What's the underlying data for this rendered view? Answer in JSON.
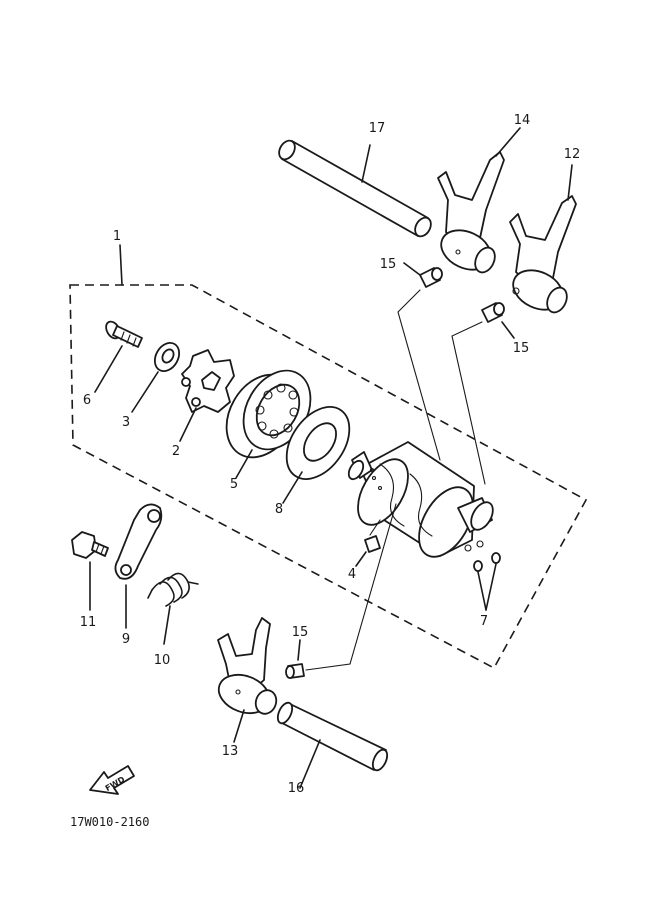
{
  "callouts": {
    "c1": "1",
    "c2": "2",
    "c3": "3",
    "c4": "4",
    "c5": "5",
    "c6": "6",
    "c7": "7",
    "c8": "8",
    "c9": "9",
    "c10": "10",
    "c11": "11",
    "c12": "12",
    "c13": "13",
    "c14": "14",
    "c15a": "15",
    "c15b": "15",
    "c15c": "15",
    "c16": "16",
    "c17": "17"
  },
  "fwd_label": "FWD",
  "diagram_code": "17W010-2160"
}
